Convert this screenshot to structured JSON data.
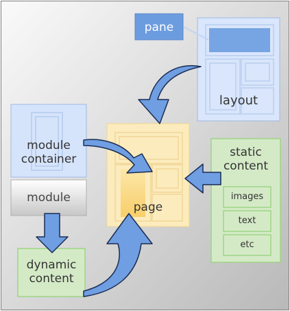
{
  "diagram": {
    "nodes": {
      "pane": "pane",
      "layout": "layout",
      "module_container": "module\ncontainer",
      "module": "module",
      "dynamic_content": "dynamic\ncontent",
      "page": "page",
      "static_content": "static\ncontent",
      "images": "images",
      "text": "text",
      "etc": "etc"
    },
    "edges": [
      {
        "from": "pane",
        "to": "layout"
      },
      {
        "from": "layout",
        "to": "page"
      },
      {
        "from": "module_container",
        "to": "page"
      },
      {
        "from": "module",
        "to": "dynamic_content"
      },
      {
        "from": "dynamic_content",
        "to": "page"
      },
      {
        "from": "static_content",
        "to": "page"
      }
    ],
    "colors": {
      "background_top": "#fafafa",
      "background_bottom": "#b9b9b9",
      "arrow_fill": "#6f9ee2",
      "arrow_stroke": "#1a2c52",
      "blue_box": "#d6e4fb",
      "blue_box_border": "#9db9e6",
      "pane_fill": "#6c9ce0",
      "page_fill": "#fcebbd",
      "page_border": "#f0d58e",
      "page_column": "#fbd67f",
      "green_box": "#d4eac7",
      "green_box_border": "#9ed485",
      "module_top": "#ffffff",
      "module_bottom": "#c7c7c7"
    }
  }
}
